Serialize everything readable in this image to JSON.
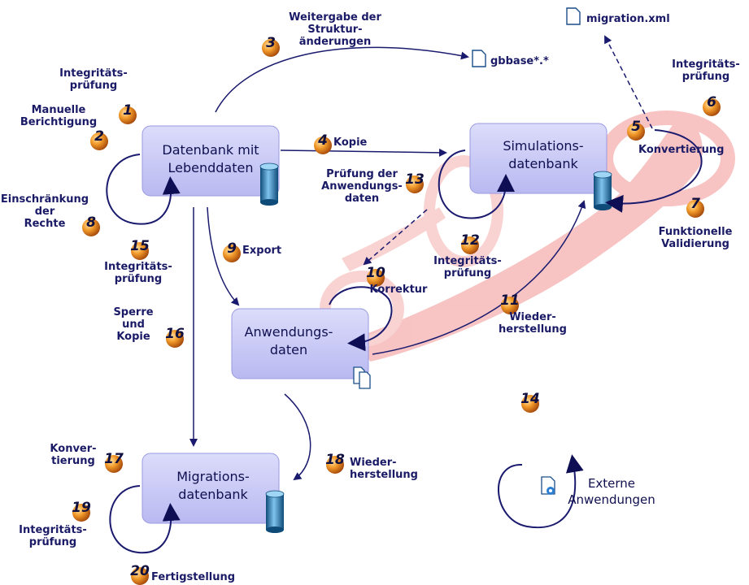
{
  "boxes": {
    "live": [
      "Datenbank mit",
      "Lebenddaten"
    ],
    "sim": [
      "Simulations-",
      "datenbank"
    ],
    "app": [
      "Anwendungs-",
      "daten"
    ],
    "mig": [
      "Migrations-",
      "datenbank"
    ]
  },
  "files": {
    "gbbase": "gbbase*.*",
    "migration": "migration.xml"
  },
  "external": [
    "Externe",
    "Anwendungen"
  ],
  "steps": [
    {
      "n": "1",
      "label": [
        "Integritäts-",
        "prüfung"
      ]
    },
    {
      "n": "2",
      "label": [
        "Manuelle",
        "Berichtigung"
      ]
    },
    {
      "n": "3",
      "label": [
        "Weitergabe der",
        "Struktur-",
        "änderungen"
      ]
    },
    {
      "n": "4",
      "label": [
        "Kopie"
      ]
    },
    {
      "n": "5",
      "label": [
        "Konvertierung"
      ]
    },
    {
      "n": "6",
      "label": [
        "Integritäts-",
        "prüfung"
      ]
    },
    {
      "n": "7",
      "label": [
        "Funktionelle",
        "Validierung"
      ]
    },
    {
      "n": "8",
      "label": [
        "Einschränkung",
        "der",
        "Rechte"
      ]
    },
    {
      "n": "9",
      "label": [
        "Export"
      ]
    },
    {
      "n": "10",
      "label": [
        "Korrektur"
      ]
    },
    {
      "n": "11",
      "label": [
        "Wieder-",
        "herstellung"
      ]
    },
    {
      "n": "12",
      "label": [
        "Integritäts-",
        "prüfung"
      ]
    },
    {
      "n": "13",
      "label": [
        "Prüfung der",
        "Anwendungs-",
        "daten"
      ]
    },
    {
      "n": "14",
      "label": []
    },
    {
      "n": "15",
      "label": [
        "Integritäts-",
        "prüfung"
      ]
    },
    {
      "n": "16",
      "label": [
        "Sperre",
        "und",
        "Kopie"
      ]
    },
    {
      "n": "17",
      "label": [
        "Konver-",
        "tierung"
      ]
    },
    {
      "n": "18",
      "label": [
        "Wieder-",
        "herstellung"
      ]
    },
    {
      "n": "19",
      "label": [
        "Integritäts-",
        "prüfung"
      ]
    },
    {
      "n": "20",
      "label": [
        "Fertigstellung"
      ]
    }
  ],
  "colors": {
    "box": "#c9c9f6",
    "arrow": "#1a1a6e",
    "band": "#f6b3b3",
    "ball": "#e07a10"
  }
}
